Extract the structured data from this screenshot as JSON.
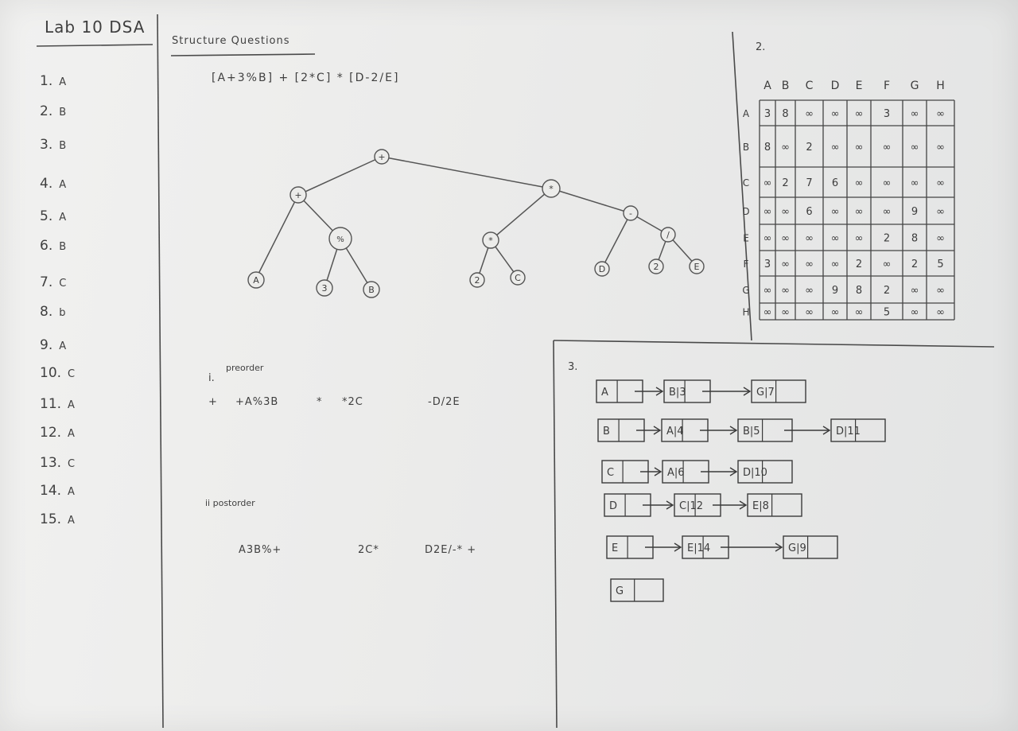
{
  "header": {
    "title": "Lab 10 DSA",
    "structure_label": "Structure Questions",
    "q2_label": "2.",
    "q3_label": "3."
  },
  "answers": [
    {
      "num": "1.",
      "val": "A"
    },
    {
      "num": "2.",
      "val": "B"
    },
    {
      "num": "3.",
      "val": "B"
    },
    {
      "num": "4.",
      "val": "A"
    },
    {
      "num": "5.",
      "val": "A"
    },
    {
      "num": "6.",
      "val": "B"
    },
    {
      "num": "7.",
      "val": "C"
    },
    {
      "num": "8.",
      "val": "b"
    },
    {
      "num": "9.",
      "val": "A"
    },
    {
      "num": "10.",
      "val": "C"
    },
    {
      "num": "11.",
      "val": "A"
    },
    {
      "num": "12.",
      "val": "A"
    },
    {
      "num": "13.",
      "val": "C"
    },
    {
      "num": "14.",
      "val": "A"
    },
    {
      "num": "15.",
      "val": "A"
    }
  ],
  "expression": "[A+3%B] + [2*C] * [D-2/E]",
  "tree": {
    "nodes": [
      "+",
      "+",
      "*",
      "%",
      "*",
      "-",
      "/",
      "A",
      "3",
      "B",
      "2",
      "C",
      "D",
      "2",
      "E"
    ]
  },
  "traversals": {
    "pre_num": "i.",
    "pre_label": "preorder",
    "pre_parts": [
      "+",
      "+A%3B",
      "*",
      "*2C",
      "-D/2E"
    ],
    "post_label": "ii postorder",
    "post_parts": [
      "A3B%+",
      "2C*",
      "D2E/-* +"
    ]
  },
  "matrix": {
    "cols": [
      "A",
      "B",
      "C",
      "D",
      "E",
      "F",
      "G",
      "H"
    ],
    "rows": [
      {
        "label": "A",
        "cells": [
          "3",
          "8",
          "∞",
          "∞",
          "∞",
          "3",
          "∞",
          "∞"
        ]
      },
      {
        "label": "B",
        "cells": [
          "8",
          "∞",
          "2",
          "∞",
          "∞",
          "∞",
          "∞",
          "∞"
        ]
      },
      {
        "label": "C",
        "cells": [
          "∞",
          "2",
          "7",
          "6",
          "∞",
          "∞",
          "∞",
          "∞"
        ]
      },
      {
        "label": "D",
        "cells": [
          "∞",
          "∞",
          "6",
          "∞",
          "∞",
          "∞",
          "9",
          "∞"
        ]
      },
      {
        "label": "E",
        "cells": [
          "∞",
          "∞",
          "∞",
          "∞",
          "∞",
          "2",
          "8",
          "∞"
        ]
      },
      {
        "label": "F",
        "cells": [
          "3",
          "∞",
          "∞",
          "∞",
          "2",
          "∞",
          "2",
          "5"
        ]
      },
      {
        "label": "G",
        "cells": [
          "∞",
          "∞",
          "∞",
          "9",
          "8",
          "2",
          "∞",
          "∞"
        ]
      },
      {
        "label": "H",
        "cells": [
          "∞",
          "∞",
          "∞",
          "∞",
          "∞",
          "5",
          "∞",
          "∞"
        ]
      }
    ]
  },
  "adjacency": [
    {
      "head": "A",
      "nodes": [
        "B|3",
        "G|7"
      ]
    },
    {
      "head": "B",
      "nodes": [
        "A|4",
        "B|5",
        "D|11"
      ]
    },
    {
      "head": "C",
      "nodes": [
        "A|6",
        "D|10"
      ]
    },
    {
      "head": "D",
      "nodes": [
        "C|12",
        "E|8"
      ]
    },
    {
      "head": "E",
      "nodes": [
        "E|14",
        "G|9"
      ]
    },
    {
      "head": "G",
      "nodes": []
    }
  ]
}
